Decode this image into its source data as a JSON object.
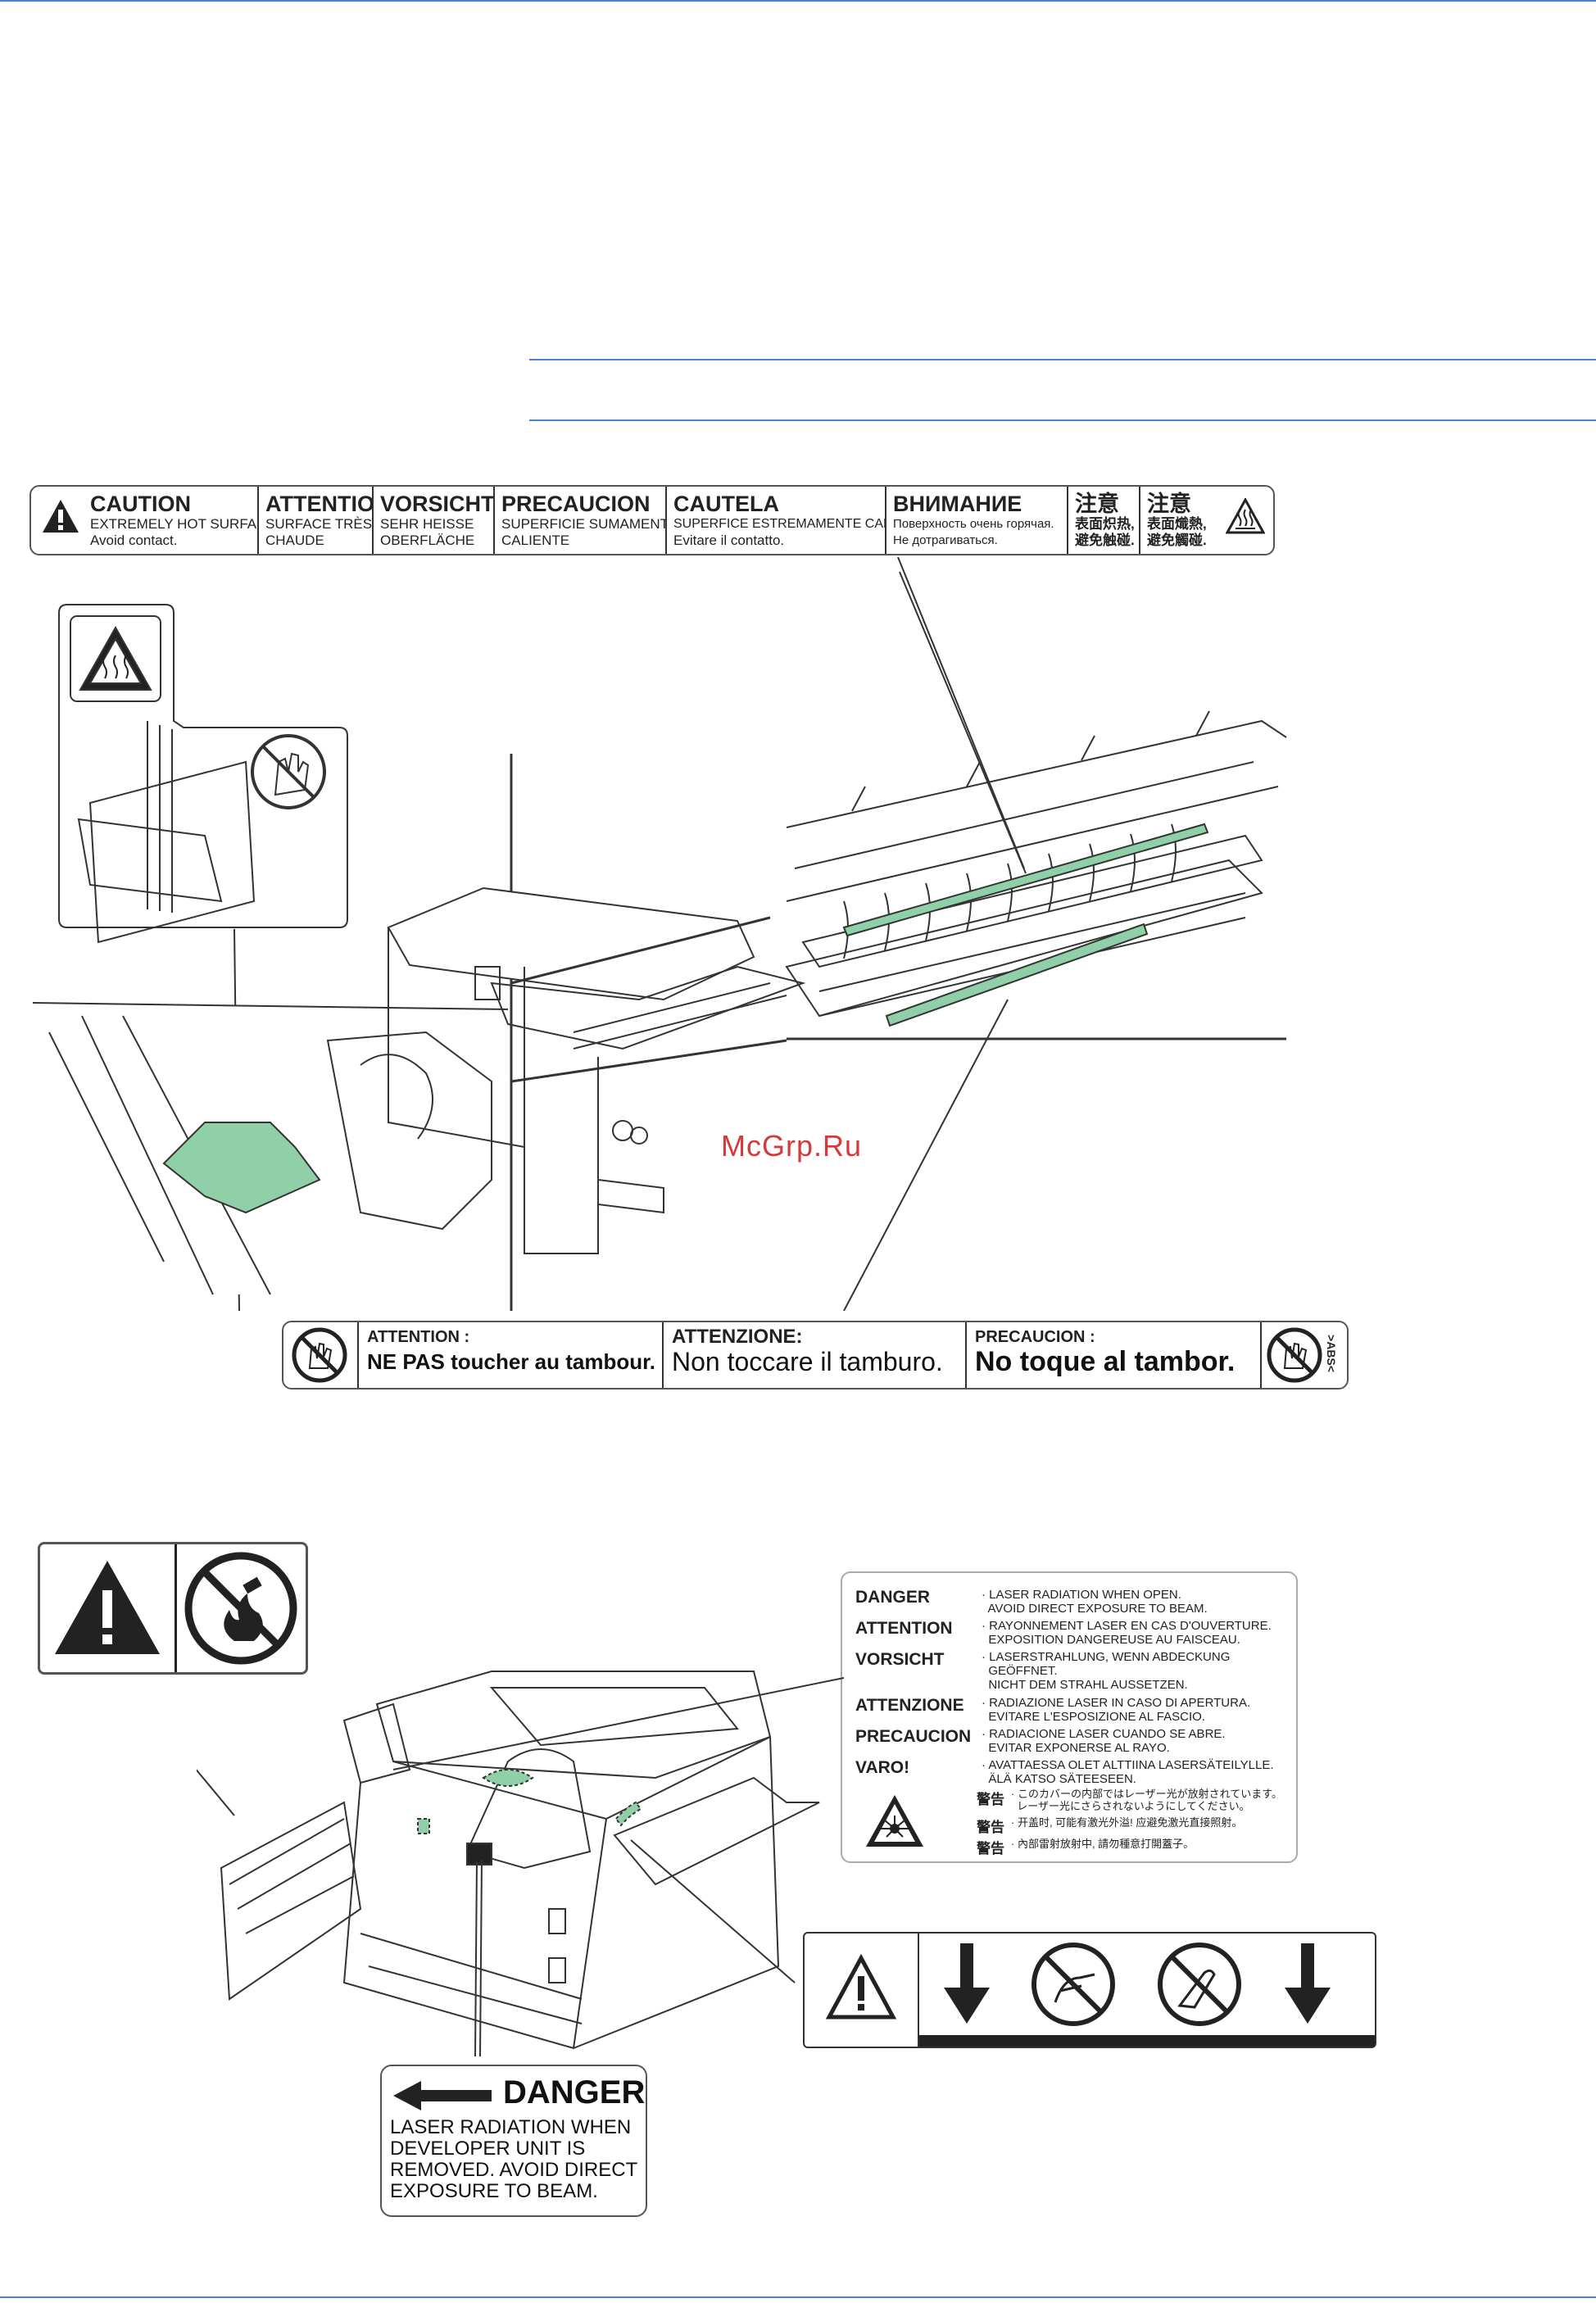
{
  "caution_label": {
    "cells": [
      {
        "head": "CAUTION",
        "line1": "EXTREMELY HOT SURFACE",
        "line2": "Avoid contact."
      },
      {
        "head": "ATTENTION",
        "line1": "SURFACE TRÈS",
        "line2": "CHAUDE"
      },
      {
        "head": "VORSICHT",
        "line1": "SEHR HEISSE",
        "line2": "OBERFLÄCHE"
      },
      {
        "head": "PRECAUCION",
        "line1": "SUPERFICIE SUMAMENTE",
        "line2": "CALIENTE"
      },
      {
        "head": "CAUTELA",
        "line1": "SUPERFICE ESTREMAMENTE CALDA",
        "line2": "Evitare il contatto."
      },
      {
        "head": "ВНИМАНИЕ",
        "line1": "Поверхность очень горячая.",
        "line2": "Не дотрагиваться."
      },
      {
        "head": "注意",
        "line1": "表面炽热,",
        "line2": "避免触碰."
      },
      {
        "head": "注意",
        "line1": "表面熾熱,",
        "line2": "避免觸碰."
      }
    ]
  },
  "drum_label": {
    "cells": [
      {
        "head": "ATTENTION :",
        "text": "NE PAS toucher au tambour."
      },
      {
        "head": "ATTENZIONE:",
        "text": "Non toccare il tamburo."
      },
      {
        "head": "PRECAUCION :",
        "text": "No toque al tambor."
      }
    ],
    "material": ">ABS<"
  },
  "laser_label": {
    "rows": [
      {
        "head": "DANGER",
        "text": "· LASER RADIATION WHEN OPEN.\n  AVOID DIRECT EXPOSURE TO BEAM."
      },
      {
        "head": "ATTENTION",
        "text": "· RAYONNEMENT LASER EN CAS D'OUVERTURE.\n  EXPOSITION DANGEREUSE AU FAISCEAU."
      },
      {
        "head": "VORSICHT",
        "text": "· LASERSTRAHLUNG, WENN ABDECKUNG\n  GEÖFFNET.\n  NICHT DEM STRAHL AUSSETZEN."
      },
      {
        "head": "ATTENZIONE",
        "text": "· RADIAZIONE LASER IN CASO DI APERTURA.\n  EVITARE L'ESPOSIZIONE AL FASCIO."
      },
      {
        "head": "PRECAUCION",
        "text": "· RADIACIONE LASER CUANDO SE ABRE.\n  EVITAR EXPONERSE AL RAYO."
      },
      {
        "head": "VARO!",
        "text": "· AVATTAESSA OLET ALTTIINA LASERSÄTEILYLLE.\n  ÄLÄ KATSO SÄTEESEEN."
      }
    ],
    "asian": [
      {
        "head": "警告",
        "text": "· このカバーの内部ではレーザー光が放射されています。\n  レーザー光にさらされないようにしてください。"
      },
      {
        "head": "警告",
        "text": "· 开盖时, 可能有激光外溢! 应避免激光直接照射。"
      },
      {
        "head": "警告",
        "text": "· 內部雷射放射中, 請勿種意打開蓋子。"
      }
    ]
  },
  "developer_label": {
    "title": "DANGER",
    "lines": [
      "LASER RADIATION WHEN",
      "DEVELOPER UNIT IS",
      "REMOVED. AVOID DIRECT",
      "EXPOSURE TO BEAM."
    ]
  },
  "watermark": "McGrp.Ru",
  "colors": {
    "rule": "#4a7fd6",
    "highlight": "#8fd0a8",
    "watermark": "#d43a3a"
  }
}
